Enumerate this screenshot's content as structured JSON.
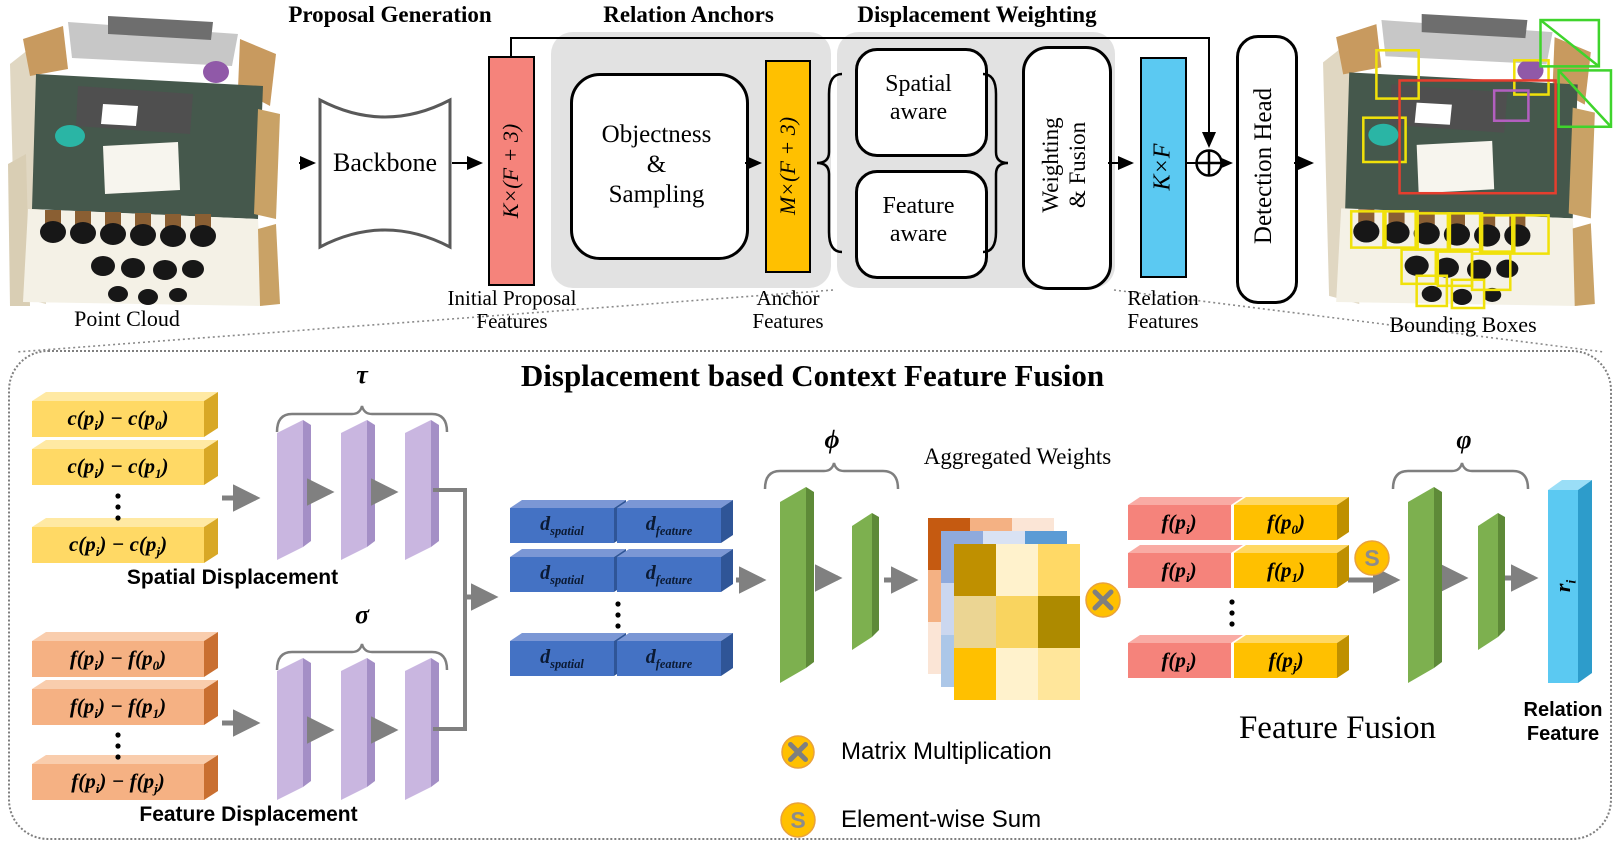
{
  "pipeline": {
    "headers": {
      "proposal": "Proposal Generation",
      "anchors": "Relation Anchors",
      "weighting": "Displacement Weighting"
    },
    "point_cloud_label": "Point Cloud",
    "backbone_label": "Backbone",
    "initial_tensor": "K×(F + 3)",
    "initial_label_1": "Initial Proposal",
    "initial_label_2": "Features",
    "objectness": [
      "Objectness",
      "&",
      "Sampling"
    ],
    "anchor_tensor": "M×(F + 3)",
    "anchor_label_1": "Anchor",
    "anchor_label_2": "Features",
    "spatial_aware": [
      "Spatial",
      "aware"
    ],
    "feature_aware": [
      "Feature",
      "aware"
    ],
    "weighting_fusion": [
      "Weighting",
      "& Fusion"
    ],
    "relation_tensor": "K×F",
    "relation_label_1": "Relation",
    "relation_label_2": "Features",
    "detection_head": "Detection Head",
    "bounding_label": "Bounding Boxes"
  },
  "fusion": {
    "title": "Displacement based Context Feature Fusion",
    "tau": "τ",
    "sigma": "σ",
    "phi": "ϕ",
    "varphi": "φ",
    "spatial_rows": [
      [
        {
          "t": "c(p"
        },
        {
          "s": "i"
        },
        {
          "t": ") − c(p"
        },
        {
          "s": "0"
        },
        {
          "t": ")"
        }
      ],
      [
        {
          "t": "c(p"
        },
        {
          "s": "i"
        },
        {
          "t": ") − c(p"
        },
        {
          "s": "1"
        },
        {
          "t": ")"
        }
      ],
      [
        {
          "t": "c(p"
        },
        {
          "s": "i"
        },
        {
          "t": ") − c(p"
        },
        {
          "s": "j"
        },
        {
          "t": ")"
        }
      ]
    ],
    "spatial_label": "Spatial Displacement",
    "feature_rows": [
      [
        {
          "t": "f(p"
        },
        {
          "s": "i"
        },
        {
          "t": ") − f(p"
        },
        {
          "s": "0"
        },
        {
          "t": ")"
        }
      ],
      [
        {
          "t": "f(p"
        },
        {
          "s": "i"
        },
        {
          "t": ") − f(p"
        },
        {
          "s": "1"
        },
        {
          "t": ")"
        }
      ],
      [
        {
          "t": "f(p"
        },
        {
          "s": "i"
        },
        {
          "t": ") − f(p"
        },
        {
          "s": "j"
        },
        {
          "t": ")"
        }
      ]
    ],
    "feature_label": "Feature Displacement",
    "d_spatial": [
      {
        "t": "d"
      },
      {
        "s": "spatial"
      }
    ],
    "d_feature": [
      {
        "t": "d"
      },
      {
        "s": "feature"
      }
    ],
    "aggregated_label": "Aggregated Weights",
    "heatmap": {
      "back": [
        "#C55A11",
        "#F4B183",
        "#FBE5D6",
        "#F4B183",
        "#FAD9C2",
        "#FBE5D6",
        "#FBE5D6",
        "#F9E0CE",
        "#FCEBE0"
      ],
      "middle": [
        "#8FAADC",
        "#D9E2F3",
        "#5B9BD5",
        "#CBD7EF",
        "#DCE5F4",
        "#BDD0EC",
        "#ACC7E8",
        "#D2DEF2",
        "#C4D4EE"
      ],
      "front": [
        "#BF9000",
        "#FFF2CC",
        "#FFD966",
        "#EBD593",
        "#F9D45F",
        "#AD8A00",
        "#FFC000",
        "#FFF2CC",
        "#FFE69B"
      ]
    },
    "pair_left": [
      {
        "t": "f(p"
      },
      {
        "s": "i"
      },
      {
        "t": ")"
      }
    ],
    "pair_rights": [
      [
        {
          "t": "f(p"
        },
        {
          "s": "0"
        },
        {
          "t": ")"
        }
      ],
      [
        {
          "t": "f(p"
        },
        {
          "s": "1"
        },
        {
          "t": ")"
        }
      ],
      [
        {
          "t": "f(p"
        },
        {
          "s": "j"
        },
        {
          "t": ")"
        }
      ]
    ],
    "relation_vec": [
      {
        "t": "r"
      },
      {
        "s": "i"
      }
    ],
    "relation_feature_label_1": "Relation",
    "relation_feature_label_2": "Feature",
    "feature_fusion_label": "Feature Fusion",
    "sum_symbol": "S",
    "legend": {
      "matrix_mult": "Matrix Multiplication",
      "elementwise_sum": "Element-wise Sum"
    }
  },
  "colors": {
    "initial_tensor_fill": "#F5837B",
    "anchor_tensor_fill": "#FFC000",
    "relation_tensor_fill": "#5BC9F2",
    "panel_gray": "#E2E2E2",
    "spatial_bar_fill": "#FFD965",
    "feature_bar_fill": "#F5B183",
    "displacement_bar_fill": "#4472C4",
    "pair_left_fill": "#F5837B",
    "pair_right_fill": "#FFC000",
    "mlp_purple": "#C9B6E0",
    "mlp_green": "#7DB04F",
    "relation_vec_fill": "#5BC9F2",
    "operator_circle_fill": "#FFC000",
    "bbox_yellow": "#F0E10A",
    "bbox_red": "#E53E2E",
    "bbox_green": "#3FD42C",
    "bbox_purple": "#B35FC0"
  }
}
